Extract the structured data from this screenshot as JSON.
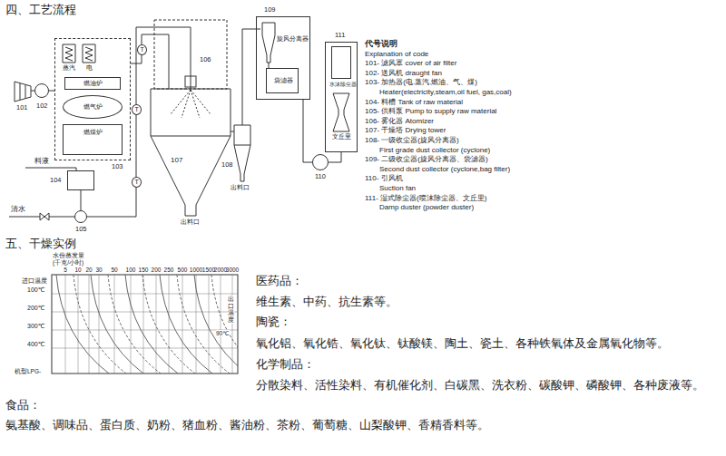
{
  "diagram": {
    "nodes": [
      {
        "text": [
          "103"
        ]
      },
      {
        "text": [
          "蒸汽"
        ],
        "in": 0
      },
      {
        "text": [
          "电"
        ],
        "in": 0
      },
      {
        "text": [
          "燃油炉"
        ],
        "in": 0
      },
      {
        "text": [
          "燃气炉"
        ],
        "in": 0
      },
      {
        "text": [
          "燃煤炉"
        ],
        "in": 0
      },
      {
        "text": [
          "107"
        ]
      },
      {
        "text": [
          "108"
        ]
      },
      {
        "text": [
          "109"
        ]
      },
      {
        "text": [
          "旋风分离器"
        ],
        "in": 8
      },
      {
        "text": [
          "袋滤器"
        ],
        "in": 8
      },
      {
        "text": [
          "111"
        ]
      },
      {
        "text": [
          "水沫除尘器"
        ],
        "in": 11
      },
      {
        "text": [
          "文丘里"
        ],
        "in": 11
      },
      {
        "text": [
          "110"
        ]
      },
      {
        "text": [
          "104"
        ]
      },
      {
        "text": [
          "105"
        ]
      },
      {
        "text": [
          "101"
        ]
      },
      {
        "text": [
          "102"
        ]
      },
      {
        "text": [
          "T"
        ]
      },
      {
        "text": [
          "T"
        ]
      },
      {
        "text": [
          "T"
        ]
      }
    ],
    "edges": [
      {
        "from": 17,
        "to": 18,
        "arrow": "none"
      },
      {
        "from": 18,
        "to": 0,
        "arrow": "none"
      },
      {
        "from": 0,
        "to": 6,
        "arrow": "none"
      },
      {
        "from": 15,
        "to": 16,
        "arrow": "none"
      },
      {
        "from": 16,
        "to": 6,
        "arrow": "none"
      },
      {
        "from": 6,
        "to": 7,
        "arrow": "none"
      },
      {
        "from": 7,
        "to": 9,
        "arrow": "none"
      },
      {
        "from": 9,
        "to": 10,
        "arrow": "none"
      },
      {
        "from": 8,
        "to": 14,
        "arrow": "none"
      },
      {
        "from": 14,
        "to": 11,
        "arrow": "none"
      }
    ],
    "labels": [
      "四、工艺流程",
      "106",
      "出料口",
      "出料口",
      "料液",
      "清水",
      "代号说明",
      "Explanation of code",
      "101- 滤风罩 cover of air filter",
      "102- 送风机 draught fan",
      "103- 加热器(电.蒸汽.燃油、气、煤)",
      "Heater(electricity,steam,oil fuel, gas,coal)",
      "104- 料槽 Tank of raw material",
      "105- 供料泵 Pump to supply raw material",
      "106- 雾化器 Atomizer",
      "107- 干燥塔 Drying tower",
      "108- 一级收尘器(旋风分离器)",
      "First grade dust collector (cyclone)",
      "109- 二级收尘器(旋风分离器、袋滤器)",
      "Second dust collector (cyclone,bag filter)",
      "110- 引风机",
      "Suction fan",
      "111- 湿式除尘器(喷沫除尘器、文丘里)",
      "Damp duster (powder duster)",
      "五、干燥实例",
      "水份蒸发量",
      "(千克/小时)",
      "5",
      "10",
      "20",
      "30",
      "50",
      "100",
      "150",
      "200",
      "250",
      "500",
      "1000",
      "1500",
      "2000",
      "3000",
      "进口温度",
      "100℃",
      "200℃",
      "300℃",
      "400℃",
      "机型LPG-",
      "出口温度",
      "90℃",
      "医药品：",
      "维生素、中药、抗生素等。",
      "陶瓷：",
      "氧化铝、氧化锆、氧化钛、钛酸镁、陶土、瓷土、各种铁氧体及金属氧化物等。",
      "化学制品：",
      "分散染料、活性染料、有机催化剂、白碳黑、洗衣粉、碳酸钾、磷酸钾、各种废液等。",
      "食品：",
      "氨基酸、调味品、蛋白质、奶粉、猪血粉、酱油粉、茶粉、葡萄糖、山梨酸钾、香精香料等。"
    ]
  }
}
